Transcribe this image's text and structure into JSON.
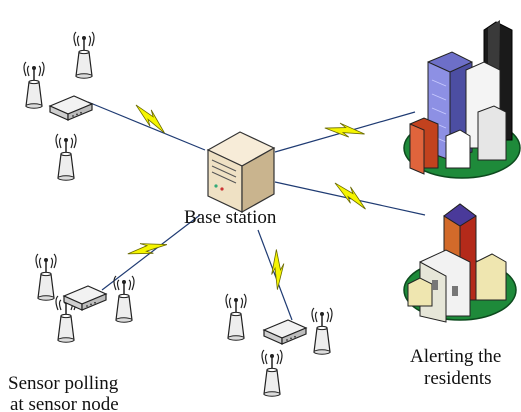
{
  "labels": {
    "base_station": "Base station",
    "sensor_line1": "Sensor polling",
    "sensor_line2": "at sensor node",
    "alert_line1": "Alerting the",
    "alert_line2": "residents"
  },
  "colors": {
    "link": "#1f3b73",
    "bolt": "#f5f500",
    "bolt_stroke": "#6a6a00",
    "ground": "#1e8a3a",
    "sensor": "#e8e8e8"
  },
  "icons": {
    "sensor": "antenna-sensor-icon",
    "router": "router-icon",
    "server": "server-icon",
    "city": "city-icon",
    "town": "town-icon"
  }
}
